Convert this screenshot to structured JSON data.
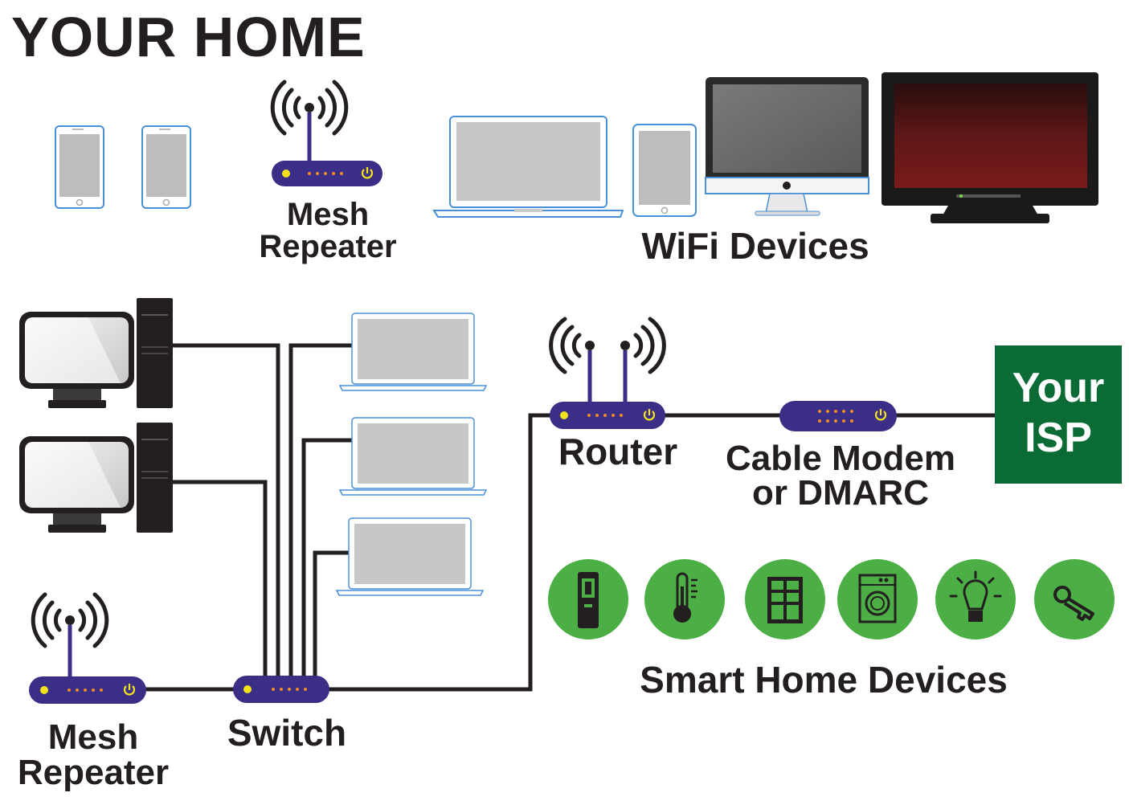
{
  "title": "YOUR HOME",
  "labels": {
    "mesh_repeater_top": [
      "Mesh",
      "Repeater"
    ],
    "wifi_devices": "WiFi Devices",
    "router": "Router",
    "cable_modem": [
      "Cable Modem",
      "or DMARC"
    ],
    "isp": [
      "Your",
      "ISP"
    ],
    "smart_home": "Smart Home Devices",
    "switch": "Switch",
    "mesh_repeater_bottom": [
      "Mesh",
      "Repeater"
    ]
  },
  "colors": {
    "router_body": "#3a2e86",
    "isp_box": "#0b6b35",
    "smart_circle": "#4caf46",
    "wire": "#231f20",
    "tv_screen": "#7a1a1a",
    "led_yellow": "#f2e21a",
    "led_orange": "#f28c28"
  },
  "smart_devices": [
    {
      "icon": "door-lock-icon"
    },
    {
      "icon": "thermostat-icon"
    },
    {
      "icon": "light-switch-panel-icon"
    },
    {
      "icon": "washing-machine-icon"
    },
    {
      "icon": "light-bulb-icon"
    },
    {
      "icon": "key-icon"
    }
  ]
}
